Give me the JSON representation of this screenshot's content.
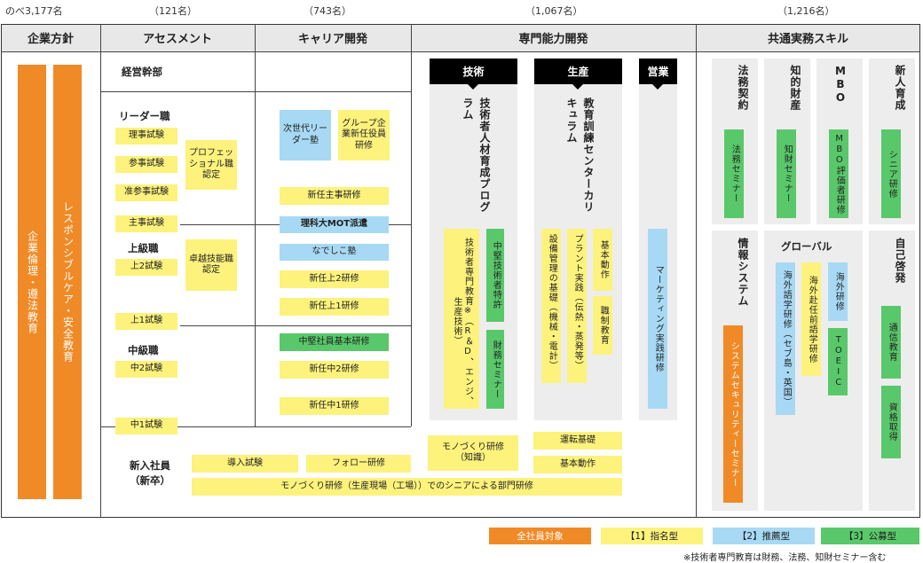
{
  "counts": {
    "total": "のべ3,177名",
    "assessment": "（121名）",
    "career": "（743名）",
    "special": "（1,067名）",
    "common": "（1,216名）"
  },
  "headers": {
    "policy": "企業方針",
    "assessment": "アセスメント",
    "career": "キャリア開発",
    "special": "専門能力開発",
    "common": "共通実務スキル"
  },
  "policy": {
    "ethics": "企業倫理・遵法教育",
    "responsible": "レスポンシブルケア・安全教育"
  },
  "assess": {
    "exec": "経営幹部",
    "leader": "リーダー職",
    "exam1": "理事試験",
    "exam2": "参事試験",
    "exam3": "准参事試験",
    "exam4": "主事試験",
    "pro": "プロフェッショナル職認定",
    "upper": "上級職",
    "upper_exam": "上2試験",
    "excellent": "卓越技能職認定",
    "exam5": "上1試験",
    "middle": "中級職",
    "middle_exam": "中2試験",
    "exam6": "中1試験",
    "newcomer": "新入社員（新卒）",
    "intro": "導入試験",
    "follow": "フォロー研修",
    "mono_senior": "モノづくり研修（生産現場（工場））でのシニアによる部門研修"
  },
  "career": {
    "next": "次世代リーダー塾",
    "group": "グループ企業新任役員研修",
    "new_main": "新任主事研修",
    "mot": "理科大MOT派遣",
    "nadeshiko": "なでしこ塾",
    "up2": "新任上2研修",
    "up1": "新任上1研修",
    "mid_basic": "中堅社員基本研修",
    "mid2": "新任中2研修",
    "mid1": "新任中1研修"
  },
  "special": {
    "tech": "技術",
    "prod": "生産",
    "sales": "営業",
    "tech_prog": "技術者人材育成プログラム",
    "tech_edu": "技術者専門教育※（R＆D、エンジ、生産技術）",
    "mid_tech": "中堅技術者特許",
    "finance": "財務セミナー",
    "prod_cur": "教育訓練センターカリキュラム",
    "equip": "設備管理の基礎（機械・電計）",
    "plant": "プラント実践（伝熱・蒸発等）",
    "basic_act": "基本動作",
    "control": "職制教育",
    "marketing": "マーケティング実践研修",
    "mono": "モノづくり研修（知識）",
    "op_basic": "運転基礎",
    "basic_act2": "基本動作"
  },
  "common": {
    "legal": "法務契約",
    "ip": "知的財産",
    "mbo": "MBO",
    "newtrain": "新人育成",
    "legal_sem": "法務セミナー",
    "ip_sem": "知財セミナー",
    "mbo_train": "MBO評価者研修",
    "senior_train": "シニア研修",
    "info": "情報システム",
    "security": "システムセキュリティーセミナー",
    "global": "グローバル",
    "lang": "海外語学研修（セブ島・英国）",
    "pre_lang": "海外赴任前語学研修",
    "overseas": "海外研修",
    "toeic": "TOEIC",
    "self": "自己啓発",
    "corr": "通信教育",
    "qual": "資格取得"
  },
  "legend": {
    "all": "全社員対象",
    "nominated": "【1】指名型",
    "recommended": "【2】推薦型",
    "open": "【3】公募型",
    "note": "※技術者専門教育は財務、法務、知財セミナー含む"
  },
  "colors": {
    "all": "#f08a26",
    "nominated": "#fdf27c",
    "recommended": "#a7d9f4",
    "open": "#59c86a"
  }
}
